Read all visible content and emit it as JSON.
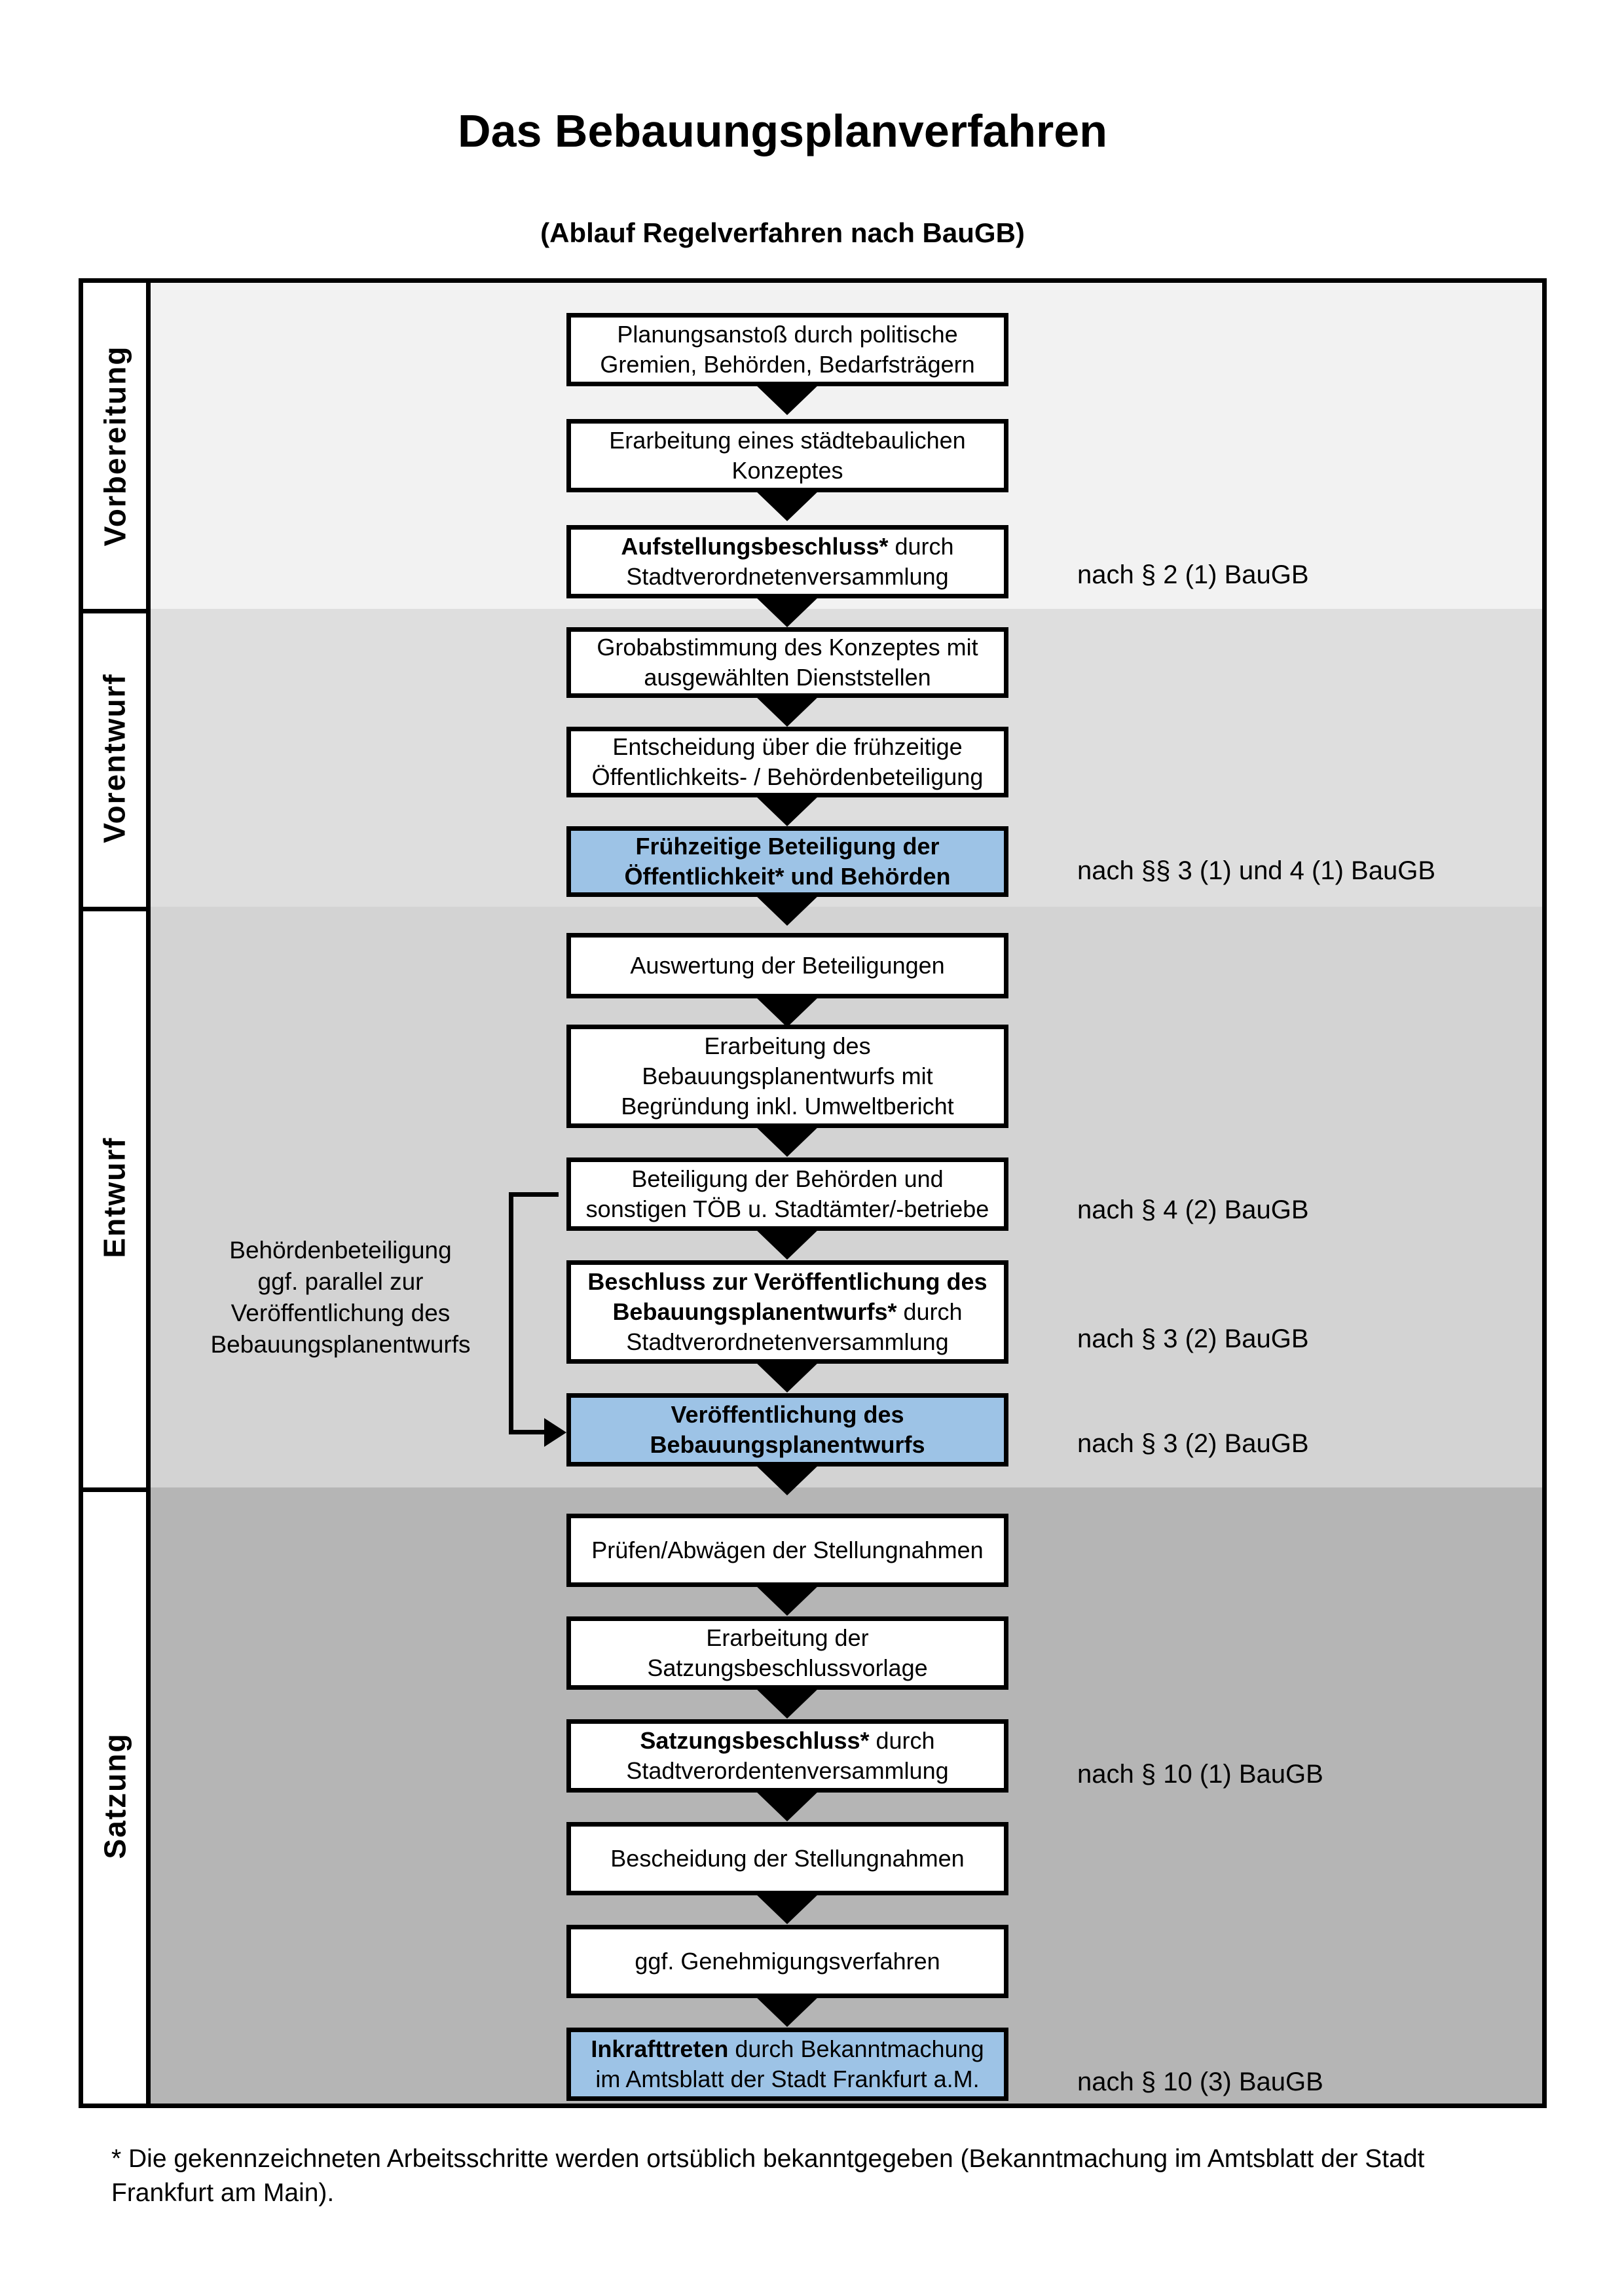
{
  "title": "Das Bebauungsplanverfahren",
  "subtitle": "(Ablauf Regelverfahren nach BauGB)",
  "colors": {
    "highlight_blue": "#9dc3e6",
    "band_vorbereitung": "#f2f2f2",
    "band_vorentwurf": "#dedede",
    "band_entwurf": "#d3d3d3",
    "band_satzung": "#b5b5b5",
    "box_border": "#000000"
  },
  "phases": [
    "Vorbereitung",
    "Vorentwurf",
    "Entwurf",
    "Satzung"
  ],
  "flow": {
    "steps": [
      {
        "lines": [
          {
            "normal": "Planungsanstoß durch politische"
          },
          {
            "normal": "Gremien, Behörden, Bedarfsträgern"
          }
        ]
      },
      {
        "lines": [
          {
            "normal": "Erarbeitung eines städtebaulichen"
          },
          {
            "normal": "Konzeptes"
          }
        ]
      },
      {
        "lines": [
          {
            "bold": "Aufstellungsbeschluss*",
            "normal": " durch"
          },
          {
            "normal": "Stadtverordnetenversammlung"
          }
        ]
      },
      {
        "lines": [
          {
            "normal": "Grobabstimmung des Konzeptes mit"
          },
          {
            "normal": "ausgewählten Dienststellen"
          }
        ]
      },
      {
        "lines": [
          {
            "normal": "Entscheidung über die frühzeitige"
          },
          {
            "normal": "Öffentlichkeits- / Behördenbeteiligung"
          }
        ]
      },
      {
        "highlighted": true,
        "lines": [
          {
            "bold": "Frühzeitige Beteiligung der"
          },
          {
            "bold": "Öffentlichkeit* und Behörden"
          }
        ]
      },
      {
        "lines": [
          {
            "normal": "Auswertung der Beteiligungen"
          }
        ]
      },
      {
        "lines": [
          {
            "normal": "Erarbeitung des"
          },
          {
            "normal": "Bebauungsplanentwurfs mit"
          },
          {
            "normal": "Begründung inkl. Umweltbericht"
          }
        ]
      },
      {
        "lines": [
          {
            "normal": "Beteiligung der Behörden und"
          },
          {
            "normal": "sonstigen TÖB u. Stadtämter/-betriebe"
          }
        ]
      },
      {
        "lines": [
          {
            "bold": "Beschluss zur Veröffentlichung des"
          },
          {
            "bold": "Bebauungsplanentwurfs*",
            "normal": " durch"
          },
          {
            "normal": "Stadtverordnetenversammlung"
          }
        ]
      },
      {
        "highlighted": true,
        "lines": [
          {
            "bold": "Veröffentlichung des"
          },
          {
            "bold": "Bebauungsplanentwurfs"
          }
        ]
      },
      {
        "lines": [
          {
            "normal": "Prüfen/Abwägen der Stellungnahmen"
          }
        ]
      },
      {
        "lines": [
          {
            "normal": "Erarbeitung der"
          },
          {
            "normal": "Satzungsbeschlussvorlage"
          }
        ]
      },
      {
        "lines": [
          {
            "bold": "Satzungsbeschluss*",
            "normal": " durch"
          },
          {
            "normal": "Stadtverordentenversammlung"
          }
        ]
      },
      {
        "lines": [
          {
            "normal": "Bescheidung der Stellungnahmen"
          }
        ]
      },
      {
        "lines": [
          {
            "normal": "ggf. Genehmigungsverfahren"
          }
        ]
      },
      {
        "highlighted": true,
        "lines": [
          {
            "bold": "Inkrafttreten",
            "normal": " durch Bekanntmachung"
          },
          {
            "normal": "im Amtsblatt der Stadt Frankfurt a.M."
          }
        ]
      }
    ]
  },
  "annotations": [
    "nach § 2 (1) BauGB",
    "nach §§ 3 (1) und 4 (1) BauGB",
    "nach § 4 (2) BauGB",
    "nach § 3 (2) BauGB",
    "nach § 3 (2) BauGB",
    "nach § 10 (1) BauGB",
    "nach § 10 (3) BauGB"
  ],
  "side_note": {
    "lines": [
      "Behördenbeteiligung",
      "ggf. parallel zur",
      "Veröffentlichung des",
      "Bebauungsplanentwurfs"
    ]
  },
  "footnote": {
    "line1": "* Die gekennzeichneten Arbeitsschritte werden ortsüblich bekanntgegeben (Bekanntmachung im Amtsblatt  der Stadt",
    "line2": "Frankfurt am Main)."
  }
}
